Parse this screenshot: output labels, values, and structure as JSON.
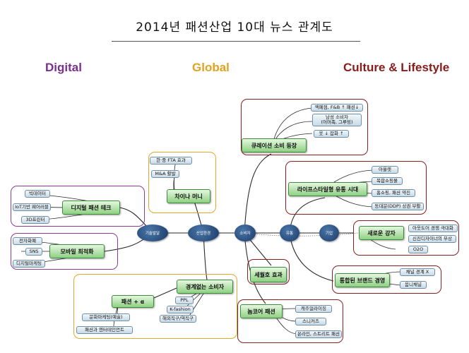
{
  "title": "2014년 패션산업 10대 뉴스 관계도",
  "categories": {
    "digital": {
      "label": "Digital",
      "color": "#7b2f8e"
    },
    "global": {
      "label": "Global",
      "color": "#e0a31e"
    },
    "culture": {
      "label": "Culture & Lifestyle",
      "color": "#8b1a1a"
    }
  },
  "hubs": {
    "tech": "기술발달",
    "industry": "산업환경",
    "consumer": "소비자",
    "distribution": "유통",
    "company": "기업"
  },
  "main_nodes": {
    "digital_fashion_tech": "디지털 패션 테크",
    "mobile": "모바일 최적화",
    "china": "차이나 머니",
    "fashion_alpha": "패션 + α",
    "borderless": "경계없는 소비자",
    "curation": "큐레이션 소비 등장",
    "lifestyle_retail": "라이프스타일형 유통 시대",
    "new_players": "새로운 강자",
    "sewol": "세월호 효과",
    "integrated_brand": "통합된 브랜드 경영",
    "normcore": "놈코어 패션"
  },
  "sub_nodes": {
    "bigdata": "빅데이터",
    "iot": "IoT기반 웨어러블",
    "print3d": "3D프린터",
    "omnichannel": "전자화폐",
    "sns": "SNS",
    "digital_marketing": "디지털마케팅",
    "fta": "한·중 FTA 효과",
    "ma": "M&A 활발",
    "culture_marketing": "문화마케팅(예술)",
    "entertainment": "패션과 엔터테인먼트",
    "ppl": "PPL",
    "kfashion": "K-fashion",
    "overseas": "해외직구/역직구",
    "mart": "액페점, F&B ↑ 패션↓",
    "male_line1": "남성 소비자",
    "male_line2": "(어머족, 그루밍)",
    "clothes": "옷 ↓ 잡화 ↑",
    "outlet": "아울렛",
    "complex": "복합쇼핑몰",
    "homeshopping": "홈쇼핑, 패션 약진",
    "ddp": "동대문(DDP) 상권 부활",
    "outdoor": "아웃도어 경쟁 극대화",
    "designer": "신진디자이너의 부상",
    "o2o": "O2O",
    "channel": "채널 경계 X",
    "omni": "옴니채널",
    "casual": "캐주얼라이징",
    "sneakers": "스니커즈",
    "street": "온라인, 스트리트 패션"
  }
}
